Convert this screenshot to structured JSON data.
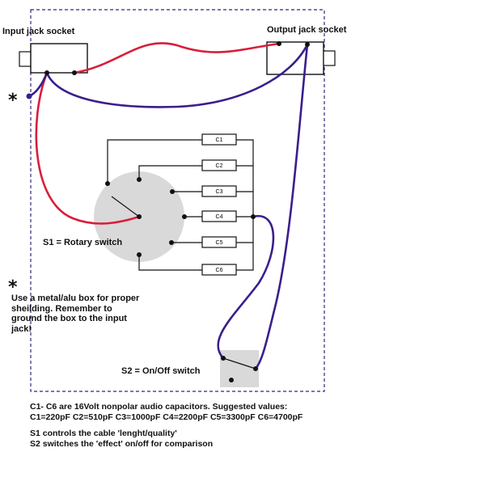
{
  "labels": {
    "input_jack": "Input jack socket",
    "output_jack": "Output jack socket",
    "s1": "S1 = Rotary switch",
    "s2": "S2 = On/Off switch",
    "star_top": "*",
    "star_note": "*"
  },
  "capacitors": [
    "C1",
    "C2",
    "C3",
    "C4",
    "C5",
    "C6"
  ],
  "ground_note": [
    "Use a metal/alu box for proper",
    "sheilding. Remember to",
    "ground the box to the input",
    "jack!"
  ],
  "footer": {
    "line1": "C1- C6 are 16Volt nonpolar audio capacitors. Suggested values:",
    "line2": "C1=220pF  C2=510pF  C3=1000pF  C4=2200pF  C5=3300pF  C6=4700pF",
    "line3": "S1 controls the cable 'lenght/quality'",
    "line4": "S2 switches the 'effect' on/off for comparison"
  },
  "colors": {
    "hot_wire": "#d81e3a",
    "ground_wire": "#3a1e8c",
    "switch_fill": "#d9d9d9",
    "box_border": "#2a2a7a"
  }
}
